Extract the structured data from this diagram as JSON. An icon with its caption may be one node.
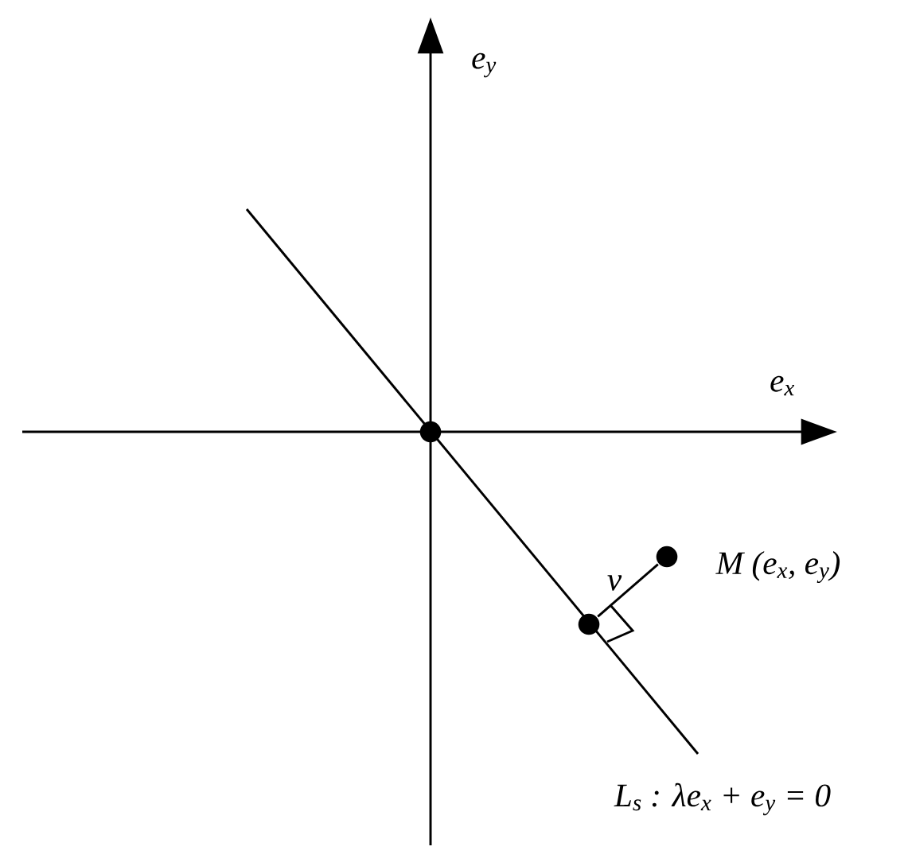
{
  "diagram": {
    "nodes": [
      {
        "text": [],
        "shape": "circle"
      },
      {
        "text": [],
        "shape": "circle"
      },
      {
        "text": [],
        "shape": "circle",
        "beside": [
          "M (e$_{x}$, e$_{y}$)"
        ]
      }
    ],
    "edges": [
      {
        "from": 1,
        "to": 2,
        "arrow": "none",
        "label": "v"
      }
    ],
    "labels": [
      "e$_{y}$",
      "e$_{x}$",
      "L$_{s}$ : λe$_{x}$ + e$_{y}$ = 0"
    ]
  }
}
